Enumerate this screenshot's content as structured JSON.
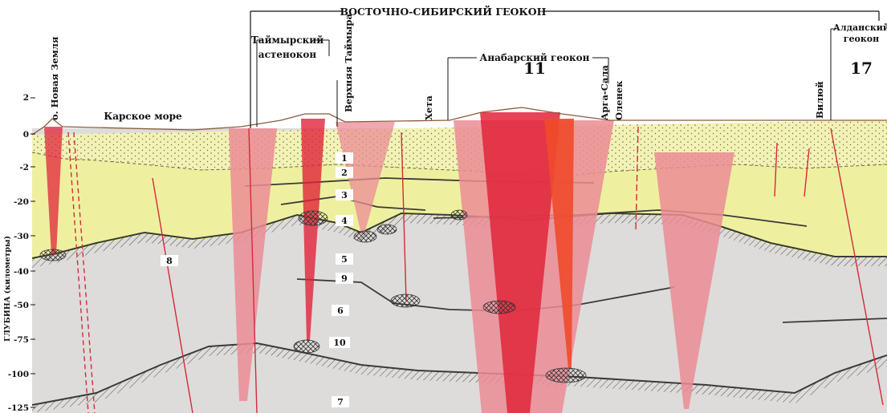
{
  "top_title": "ВОСТОЧНО-СИБИРСКИЙ ГЕОКОН",
  "ylabel": "ГЛУБИНА (километры)",
  "y_ticks": [
    "2",
    "0",
    "-2",
    "-20",
    "-30",
    "-40",
    "-50",
    "-75",
    "-100",
    "-125"
  ],
  "regions": {
    "taimyr_asthenocon": [
      "Таймырский",
      "астенокон"
    ],
    "anabar_geocon": "Анабарский геокон",
    "anabar_number": "11",
    "aldan_geocon": [
      "Алданский",
      "геокон"
    ],
    "aldan_number": "17"
  },
  "place_labels": {
    "novaya_zemlya": "о. Новая Земля",
    "kara_sea": "Карское море",
    "upper_taimyra": "Верхняя Таймыра",
    "kheta": "Хета",
    "arga_sala": "Арга-Сала",
    "olenek": "Оленек",
    "vilyuy": "Вилюй"
  },
  "layer_numbers": [
    "1",
    "2",
    "3",
    "4",
    "5",
    "9",
    "6",
    "10",
    "7",
    "8"
  ],
  "colors": {
    "sediment": "#f1f1ae",
    "crust": "#eef0a0",
    "mantle": "#dddcda",
    "red": "#e0243a",
    "pink": "#eb8c95",
    "orange": "#f04a2a"
  }
}
